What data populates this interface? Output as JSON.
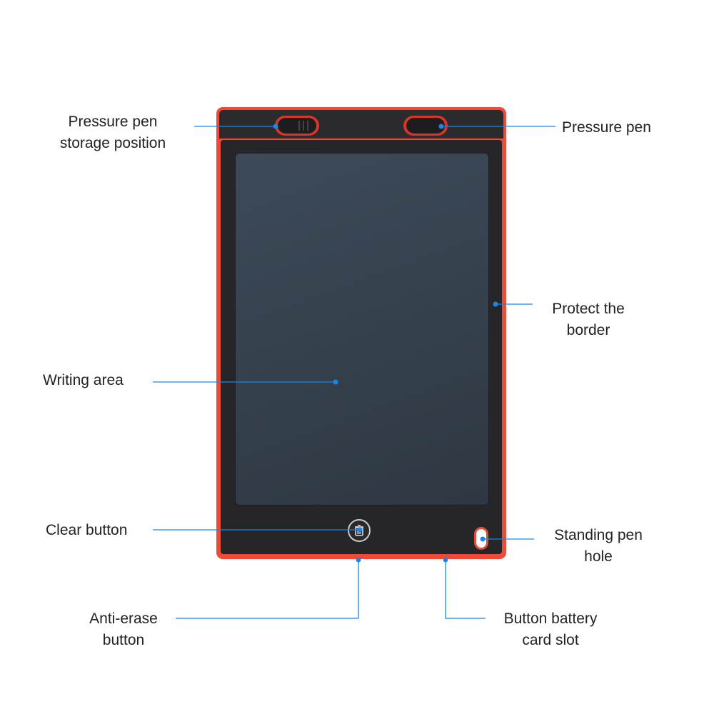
{
  "colors": {
    "frame": "#ee4a37",
    "body": "#262628",
    "screen": "#3a4654",
    "leader": "#1a86e8"
  },
  "labels": {
    "pen_storage": {
      "line1": "Pressure pen",
      "line2": "storage position"
    },
    "pen": "Pressure pen",
    "border": {
      "line1": "Protect the",
      "line2": "border"
    },
    "writing_area": "Writing area",
    "clear_button": "Clear button",
    "stand_hole": {
      "line1": "Standing pen",
      "line2": "hole"
    },
    "anti_erase": {
      "line1": "Anti-erase",
      "line2": "button"
    },
    "battery_slot": {
      "line1": "Button battery",
      "line2": "card slot"
    }
  },
  "icons": {
    "clear": "trash-icon"
  }
}
